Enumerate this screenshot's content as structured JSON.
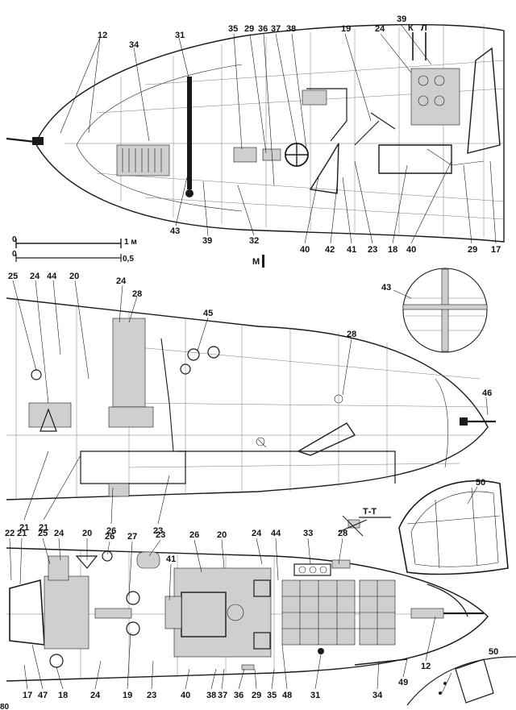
{
  "top_view": {
    "callouts_top": [
      "12",
      "34",
      "31",
      "35",
      "29",
      "36",
      "37",
      "38",
      "19",
      "24",
      "39"
    ],
    "callouts_bottom": [
      "43",
      "39",
      "32",
      "40",
      "42",
      "41",
      "23",
      "18",
      "40",
      "29",
      "17"
    ],
    "section_letters": [
      "К",
      "Л"
    ]
  },
  "scale_bar": {
    "label_left_top": "0",
    "label_right_top": "1 м",
    "label_left_bottom": "0",
    "label_right_bottom": "0,5"
  },
  "section_mark": {
    "label": "М"
  },
  "side_view": {
    "callouts": [
      "25",
      "24",
      "44",
      "20",
      "24",
      "28",
      "45",
      "28",
      "46",
      "21",
      "21",
      "26",
      "23"
    ]
  },
  "detail_43": {
    "label": "43"
  },
  "bottom_view": {
    "callouts_top": [
      "22",
      "21",
      "25",
      "24",
      "20",
      "26",
      "27",
      "23",
      "41",
      "26",
      "20",
      "24",
      "44",
      "33",
      "28"
    ],
    "callouts_bottom": [
      "17",
      "47",
      "18",
      "24",
      "19",
      "23",
      "40",
      "38",
      "37",
      "36",
      "29",
      "35",
      "48",
      "31",
      "34",
      "49",
      "12"
    ]
  },
  "canopy_detail": {
    "label": "50"
  },
  "section_tt": {
    "label": "Т-Т"
  },
  "detail_50_small": {
    "label": "50"
  },
  "page_number": "80"
}
